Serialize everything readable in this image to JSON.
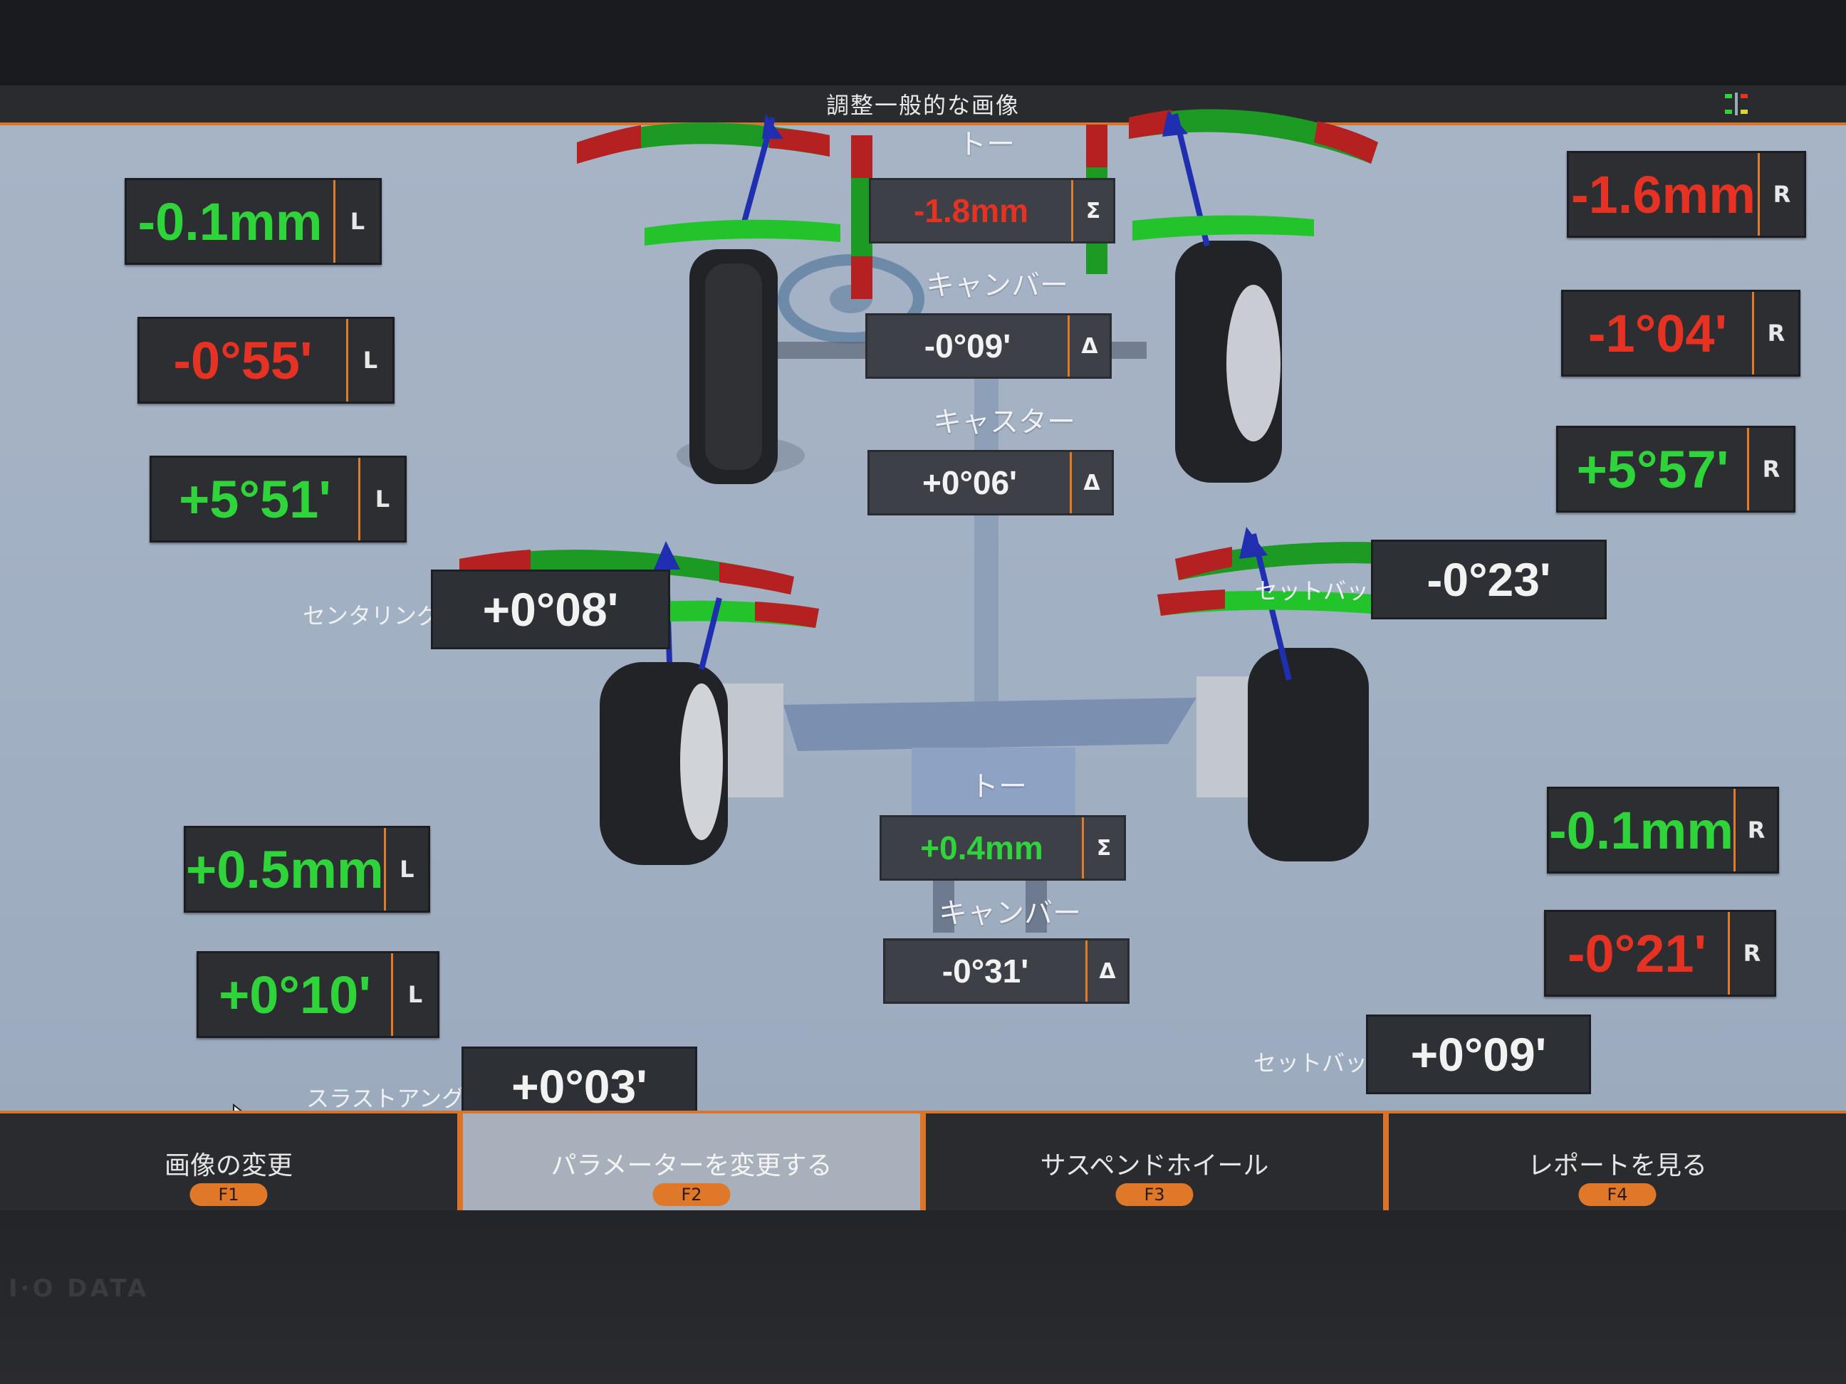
{
  "window": {
    "title": "調整一般的な画像"
  },
  "front": {
    "toe_label": "トー",
    "toe_total": "-1.8mm",
    "toe_total_symbol": "Σ",
    "camber_label": "キャンバー",
    "camber_delta": "-0°09'",
    "camber_delta_symbol": "Δ",
    "caster_label": "キャスター",
    "caster_delta": "+0°06'",
    "caster_delta_symbol": "Δ",
    "left": {
      "toe": "-0.1mm",
      "toe_side": "L",
      "camber": "-0°55'",
      "camber_side": "L",
      "caster": "+5°51'",
      "caster_side": "L"
    },
    "right": {
      "toe": "-1.6mm",
      "toe_side": "R",
      "camber": "-1°04'",
      "camber_side": "R",
      "caster": "+5°57'",
      "caster_side": "R"
    },
    "centering_label": "センタリング",
    "centering": "+0°08'",
    "setback_label": "セットバック",
    "setback": "-0°23'"
  },
  "rear": {
    "toe_label": "トー",
    "toe_total": "+0.4mm",
    "toe_total_symbol": "Σ",
    "camber_label": "キャンバー",
    "camber_delta": "-0°31'",
    "camber_delta_symbol": "Δ",
    "left": {
      "toe": "+0.5mm",
      "toe_side": "L",
      "camber": "+0°10'",
      "camber_side": "L"
    },
    "right": {
      "toe": "-0.1mm",
      "toe_side": "R",
      "camber": "-0°21'",
      "camber_side": "R"
    },
    "thrust_label": "スラストアングル",
    "thrust": "+0°03'",
    "setback_label": "セットバック",
    "setback": "+0°09'"
  },
  "function_keys": [
    {
      "label": "画像の変更",
      "key": "F1"
    },
    {
      "label": "パラメーターを変更する",
      "key": "F2"
    },
    {
      "label": "サスペンドホイール",
      "key": "F3"
    },
    {
      "label": "レポートを見る",
      "key": "F4"
    }
  ],
  "monitor_brand": "I·O DATA",
  "colors": {
    "ok": "#2fd43a",
    "out_of_range": "#e53223",
    "accent": "#d9742a"
  }
}
